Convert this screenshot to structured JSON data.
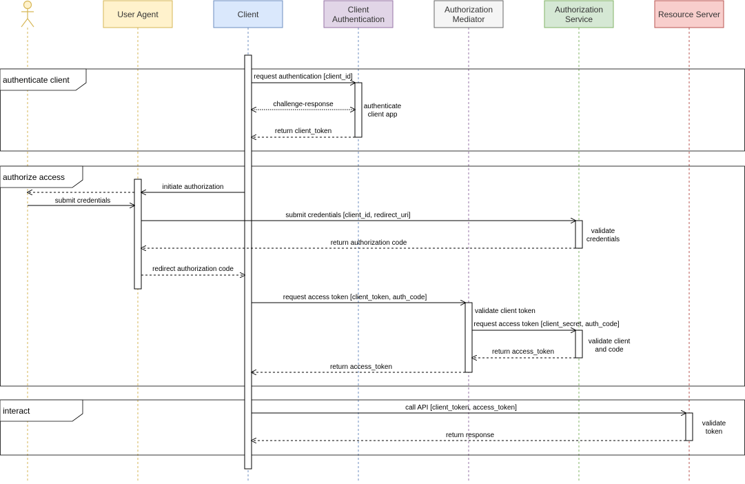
{
  "participants": {
    "actor": "",
    "user_agent": "User Agent",
    "client": "Client",
    "client_auth_1": "Client",
    "client_auth_2": "Authentication",
    "mediator_1": "Authorization",
    "mediator_2": "Mediator",
    "auth_service_1": "Authorization",
    "auth_service_2": "Service",
    "resource_server": "Resource Server"
  },
  "colors": {
    "user_agent_fill": "#fff2cc",
    "user_agent_stroke": "#d6b656",
    "client_fill": "#dae8fc",
    "client_stroke": "#6c8ebf",
    "client_auth_fill": "#e1d5e7",
    "client_auth_stroke": "#9673a6",
    "mediator_fill": "#f5f5f5",
    "mediator_stroke": "#666666",
    "auth_service_fill": "#d5e8d4",
    "auth_service_stroke": "#82b366",
    "resource_fill": "#f8cecc",
    "resource_stroke": "#b85450"
  },
  "frames": {
    "authenticate_client": "authenticate client",
    "authorize_access": "authorize access",
    "interact": "interact"
  },
  "messages": {
    "m1": "request authentication [client_id]",
    "m2": "challenge-response",
    "m3": "return client_token",
    "m4": "initiate authorization",
    "m5": "submit credentials",
    "m6": "submit credentials [client_id, redirect_uri]",
    "m7": "return authorization code",
    "m8": "redirect authorization code",
    "m9": "request access token [client_token, auth_code]",
    "m10": "request access token [client_secret, auth_code]",
    "m11": "return access_token",
    "m12": "return access_token",
    "m13": "call API [client_token, access_token]",
    "m14": "return response"
  },
  "notes": {
    "authenticate_app_1": "authenticate",
    "authenticate_app_2": "client app",
    "validate_credentials_1": "validate",
    "validate_credentials_2": "credentials",
    "validate_client_token": "validate client token",
    "validate_client_code_1": "validate client",
    "validate_client_code_2": "and code",
    "validate_token_1": "validate",
    "validate_token_2": "token"
  }
}
